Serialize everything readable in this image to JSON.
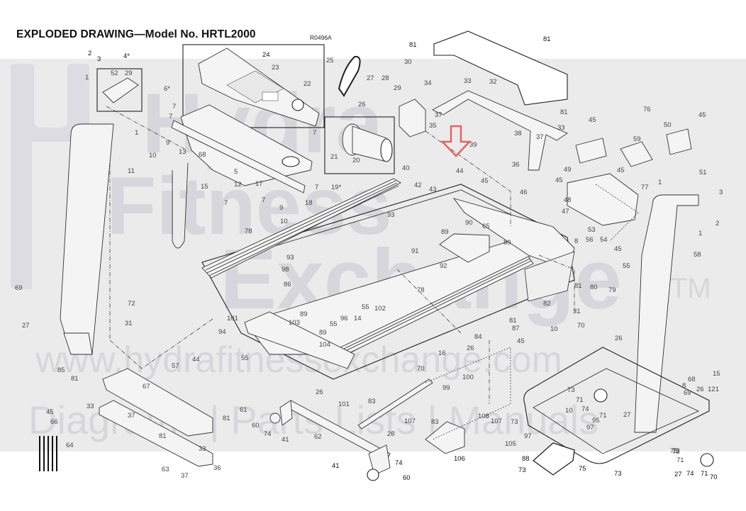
{
  "document": {
    "title": "EXPLODED DRAWING—Model No. HRTL2000",
    "reference_code": "R0496A"
  },
  "watermark": {
    "brand_line1": "Hydra",
    "brand_line2": "Fitness",
    "brand_line3": "Exchange",
    "trademark": "TM",
    "url": "www.hydrafitnessexchange.com",
    "tagline": "Diagrams | Parts Lists | Manuals"
  },
  "highlight": {
    "icon": "down-arrow-icon",
    "color": "#e06666",
    "target_part": "44"
  },
  "part_labels": [
    {
      "id": "p2a",
      "text": "2"
    },
    {
      "id": "p3a",
      "text": "3"
    },
    {
      "id": "p4",
      "text": "4*"
    },
    {
      "id": "p52",
      "text": "52"
    },
    {
      "id": "p29a",
      "text": "29"
    },
    {
      "id": "p1a",
      "text": "1"
    },
    {
      "id": "p1b",
      "text": "1"
    },
    {
      "id": "p6",
      "text": "6*"
    },
    {
      "id": "p24",
      "text": "24"
    },
    {
      "id": "p23",
      "text": "23"
    },
    {
      "id": "p22",
      "text": "22"
    },
    {
      "id": "p25",
      "text": "25"
    },
    {
      "id": "p27a",
      "text": "27"
    },
    {
      "id": "p28",
      "text": "28"
    },
    {
      "id": "p29b",
      "text": "29"
    },
    {
      "id": "p30",
      "text": "30"
    },
    {
      "id": "p26a",
      "text": "26"
    },
    {
      "id": "p34",
      "text": "34"
    },
    {
      "id": "p33a",
      "text": "33"
    },
    {
      "id": "p32",
      "text": "32"
    },
    {
      "id": "p81a",
      "text": "81"
    },
    {
      "id": "p81b",
      "text": "81"
    },
    {
      "id": "p81c",
      "text": "81"
    },
    {
      "id": "p37a",
      "text": "37"
    },
    {
      "id": "p38",
      "text": "38"
    },
    {
      "id": "p37b",
      "text": "37"
    },
    {
      "id": "p33b",
      "text": "33"
    },
    {
      "id": "p36a",
      "text": "36"
    },
    {
      "id": "p35",
      "text": "35"
    },
    {
      "id": "p39",
      "text": "39"
    },
    {
      "id": "p40",
      "text": "40"
    },
    {
      "id": "p21",
      "text": "21"
    },
    {
      "id": "p20",
      "text": "20"
    },
    {
      "id": "p19",
      "text": "19*"
    },
    {
      "id": "p7a",
      "text": "7"
    },
    {
      "id": "p7b",
      "text": "7"
    },
    {
      "id": "p7c",
      "text": "7"
    },
    {
      "id": "p7d",
      "text": "7"
    },
    {
      "id": "p7e",
      "text": "7"
    },
    {
      "id": "p7f",
      "text": "7"
    },
    {
      "id": "p9a",
      "text": "9"
    },
    {
      "id": "p9b",
      "text": "9"
    },
    {
      "id": "p10a",
      "text": "10"
    },
    {
      "id": "p10b",
      "text": "10"
    },
    {
      "id": "p13",
      "text": "13"
    },
    {
      "id": "p68a",
      "text": "68"
    },
    {
      "id": "p15a",
      "text": "15"
    },
    {
      "id": "p5",
      "text": "5"
    },
    {
      "id": "p12",
      "text": "12"
    },
    {
      "id": "p17",
      "text": "17"
    },
    {
      "id": "p18",
      "text": "18"
    },
    {
      "id": "p11",
      "text": "11"
    },
    {
      "id": "p76",
      "text": "76"
    },
    {
      "id": "p45a",
      "text": "45"
    },
    {
      "id": "p45b",
      "text": "45"
    },
    {
      "id": "p50",
      "text": "50"
    },
    {
      "id": "p59",
      "text": "59"
    },
    {
      "id": "p49",
      "text": "49"
    },
    {
      "id": "p45c",
      "text": "45"
    },
    {
      "id": "p45d",
      "text": "45"
    },
    {
      "id": "p77",
      "text": "77"
    },
    {
      "id": "p48",
      "text": "48"
    },
    {
      "id": "p51",
      "text": "51"
    },
    {
      "id": "p3b",
      "text": "3"
    },
    {
      "id": "p2b",
      "text": "2"
    },
    {
      "id": "p1c",
      "text": "1"
    },
    {
      "id": "p1d",
      "text": "1"
    },
    {
      "id": "p47",
      "text": "47"
    },
    {
      "id": "p53",
      "text": "53"
    },
    {
      "id": "p8a",
      "text": "8"
    },
    {
      "id": "p56",
      "text": "56"
    },
    {
      "id": "p54",
      "text": "54"
    },
    {
      "id": "p45e",
      "text": "45"
    },
    {
      "id": "p55a",
      "text": "55"
    },
    {
      "id": "p58",
      "text": "58"
    },
    {
      "id": "p44a",
      "text": "44"
    },
    {
      "id": "p42",
      "text": "42"
    },
    {
      "id": "p43",
      "text": "43"
    },
    {
      "id": "p45f",
      "text": "45"
    },
    {
      "id": "p46",
      "text": "46"
    },
    {
      "id": "p93a",
      "text": "93"
    },
    {
      "id": "p93b",
      "text": "93"
    },
    {
      "id": "p91",
      "text": "91"
    },
    {
      "id": "p89a",
      "text": "89"
    },
    {
      "id": "p90",
      "text": "90"
    },
    {
      "id": "p65",
      "text": "65"
    },
    {
      "id": "p89b",
      "text": "89"
    },
    {
      "id": "p78a",
      "text": "78"
    },
    {
      "id": "p98",
      "text": "98"
    },
    {
      "id": "p86",
      "text": "86"
    },
    {
      "id": "p92",
      "text": "92"
    },
    {
      "id": "p78b",
      "text": "78"
    },
    {
      "id": "p82",
      "text": "82"
    },
    {
      "id": "p81d",
      "text": "81"
    },
    {
      "id": "p80",
      "text": "80"
    },
    {
      "id": "p79",
      "text": "79"
    },
    {
      "id": "p31a",
      "text": "31"
    },
    {
      "id": "p69a",
      "text": "69"
    },
    {
      "id": "p72",
      "text": "72"
    },
    {
      "id": "p27b",
      "text": "27"
    },
    {
      "id": "p31b",
      "text": "31"
    },
    {
      "id": "p101a",
      "text": "101"
    },
    {
      "id": "p89c",
      "text": "89"
    },
    {
      "id": "p103",
      "text": "103"
    },
    {
      "id": "p96",
      "text": "96"
    },
    {
      "id": "p55b",
      "text": "55"
    },
    {
      "id": "p102",
      "text": "102"
    },
    {
      "id": "p14",
      "text": "14"
    },
    {
      "id": "p55c",
      "text": "55"
    },
    {
      "id": "p89d",
      "text": "89"
    },
    {
      "id": "p104",
      "text": "104"
    },
    {
      "id": "p84",
      "text": "84"
    },
    {
      "id": "p81e",
      "text": "81"
    },
    {
      "id": "p87",
      "text": "87"
    },
    {
      "id": "p45g",
      "text": "45"
    },
    {
      "id": "p94",
      "text": "94"
    },
    {
      "id": "p55d",
      "text": "55"
    },
    {
      "id": "p57",
      "text": "57"
    },
    {
      "id": "p44b",
      "text": "44"
    },
    {
      "id": "p85",
      "text": "85"
    },
    {
      "id": "p81f",
      "text": "81"
    },
    {
      "id": "p67",
      "text": "67"
    },
    {
      "id": "p33c",
      "text": "33"
    },
    {
      "id": "p37c",
      "text": "37"
    },
    {
      "id": "p45h",
      "text": "45"
    },
    {
      "id": "p66",
      "text": "66"
    },
    {
      "id": "p64",
      "text": "64"
    },
    {
      "id": "p81g",
      "text": "81"
    },
    {
      "id": "p81h",
      "text": "81"
    },
    {
      "id": "p33d",
      "text": "33"
    },
    {
      "id": "p63",
      "text": "63"
    },
    {
      "id": "p37d",
      "text": "37"
    },
    {
      "id": "p36b",
      "text": "36"
    },
    {
      "id": "p61",
      "text": "61"
    },
    {
      "id": "p26b",
      "text": "26"
    },
    {
      "id": "p101b",
      "text": "101"
    },
    {
      "id": "p60a",
      "text": "60"
    },
    {
      "id": "p74a",
      "text": "74"
    },
    {
      "id": "p41a",
      "text": "41"
    },
    {
      "id": "p62",
      "text": "62"
    },
    {
      "id": "p83a",
      "text": "83"
    },
    {
      "id": "p107a",
      "text": "107"
    },
    {
      "id": "p26c",
      "text": "26"
    },
    {
      "id": "p41b",
      "text": "41"
    },
    {
      "id": "p74b",
      "text": "74"
    },
    {
      "id": "p60b",
      "text": "60"
    },
    {
      "id": "p16",
      "text": "16"
    },
    {
      "id": "p26d",
      "text": "26"
    },
    {
      "id": "p70a",
      "text": "70"
    },
    {
      "id": "p100",
      "text": "100"
    },
    {
      "id": "p99",
      "text": "99"
    },
    {
      "id": "p83b",
      "text": "83"
    },
    {
      "id": "p106",
      "text": "106"
    },
    {
      "id": "p108",
      "text": "108"
    },
    {
      "id": "p107b",
      "text": "107"
    },
    {
      "id": "p73a",
      "text": "73"
    },
    {
      "id": "p105",
      "text": "105"
    },
    {
      "id": "p97a",
      "text": "97"
    },
    {
      "id": "p10c",
      "text": "10"
    },
    {
      "id": "p70b",
      "text": "70"
    },
    {
      "id": "p26e",
      "text": "26"
    },
    {
      "id": "p73b",
      "text": "73"
    },
    {
      "id": "p71a",
      "text": "71"
    },
    {
      "id": "p74c",
      "text": "74"
    },
    {
      "id": "p71b",
      "text": "71"
    },
    {
      "id": "p10d",
      "text": "10"
    },
    {
      "id": "p95",
      "text": "95"
    },
    {
      "id": "p97b",
      "text": "97"
    },
    {
      "id": "p27c",
      "text": "27"
    },
    {
      "id": "p15b",
      "text": "15"
    },
    {
      "id": "p68b",
      "text": "68"
    },
    {
      "id": "p8b",
      "text": "8"
    },
    {
      "id": "p121",
      "text": "121"
    },
    {
      "id": "p69b",
      "text": "69"
    },
    {
      "id": "p26f",
      "text": "26"
    },
    {
      "id": "p73c",
      "text": "73"
    },
    {
      "id": "p88",
      "text": "88"
    },
    {
      "id": "p73d",
      "text": "73"
    },
    {
      "id": "p75",
      "text": "75"
    },
    {
      "id": "p73e",
      "text": "73"
    },
    {
      "id": "p73f",
      "text": "73"
    },
    {
      "id": "p71c",
      "text": "71"
    },
    {
      "id": "p74d",
      "text": "74"
    },
    {
      "id": "p71d",
      "text": "71"
    },
    {
      "id": "p70c",
      "text": "70"
    },
    {
      "id": "p27d",
      "text": "27"
    },
    {
      "id": "p73g",
      "text": "73"
    }
  ]
}
